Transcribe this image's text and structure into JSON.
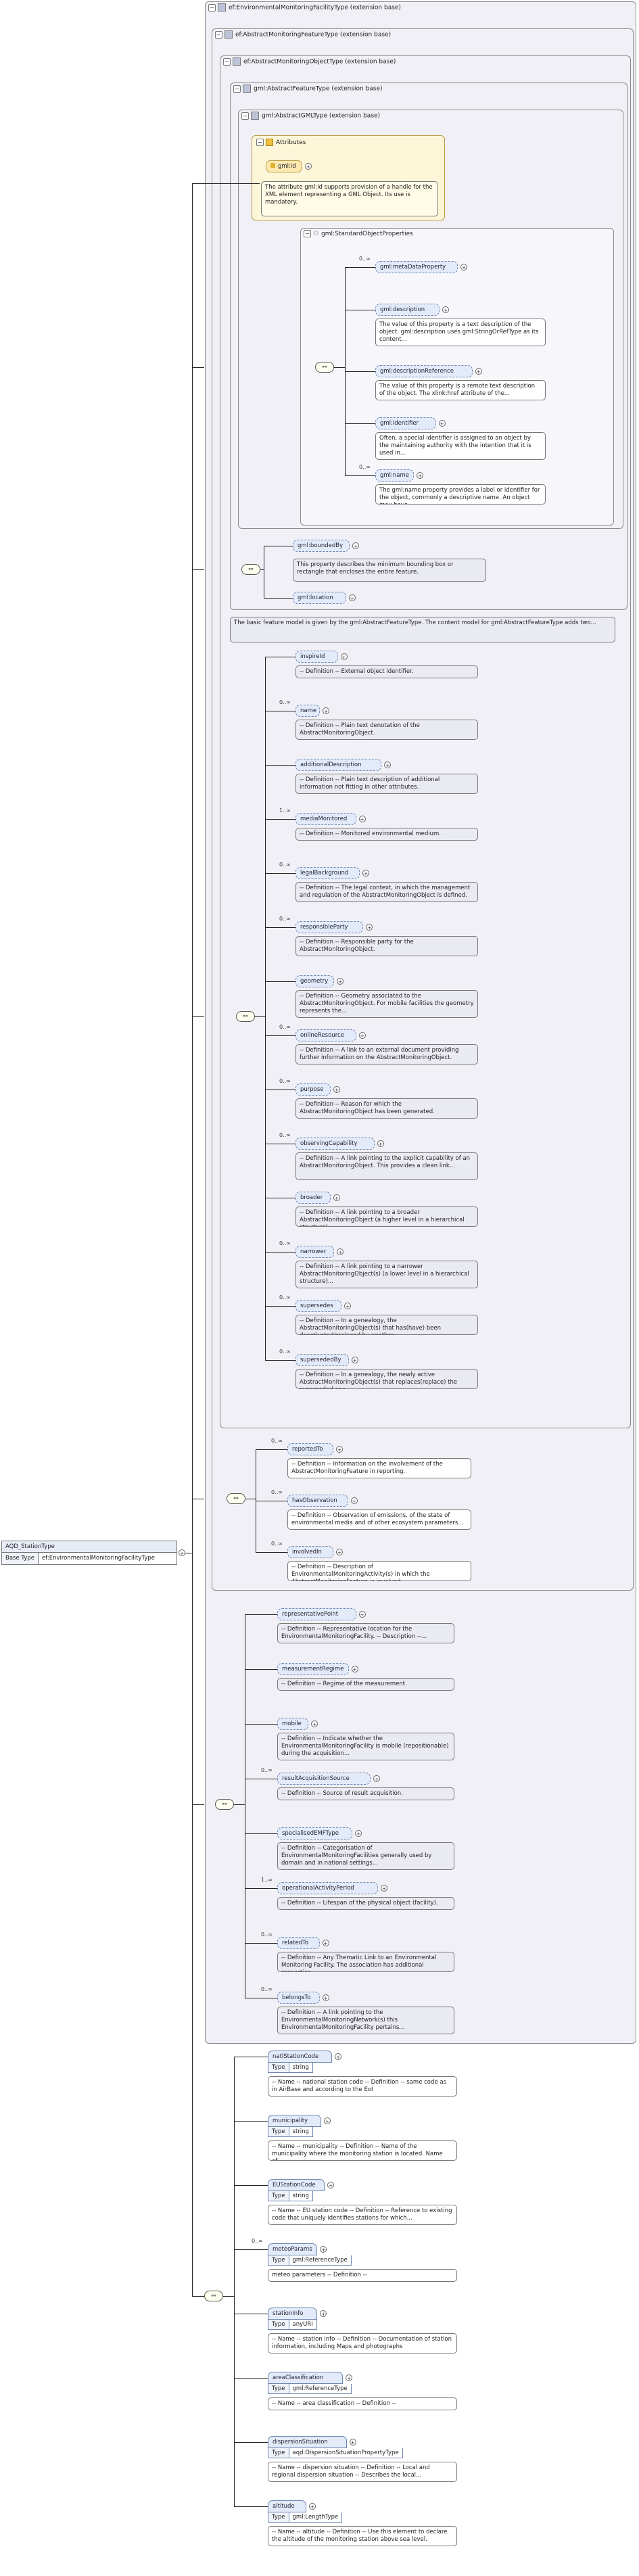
{
  "root": {
    "name": "AQD_StationType",
    "base_type_label": "Base Type",
    "base_type": "ef:EnvironmentalMonitoringFacilityType"
  },
  "extensions": {
    "emf": "ef:EnvironmentalMonitoringFacilityType (extension base)",
    "amf": "ef:AbstractMonitoringFeatureType (extension base)",
    "amo": "ef:AbstractMonitoringObjectType (extension base)",
    "gaf": "gml:AbstractFeatureType (extension base)",
    "gag": "gml:AbstractGMLType (extension base)",
    "sop": "gml:StandardObjectProperties"
  },
  "attributes": {
    "title": "Attributes",
    "gml_id": "gml:id",
    "gml_id_doc": "The attribute gml:id supports provision of a handle for the XML element representing a GML Object. Its use is mandatory."
  },
  "sop_items": [
    {
      "name": "gml:metaDataProperty",
      "card": "0..∞",
      "doc": ""
    },
    {
      "name": "gml:description",
      "card": "",
      "doc": "The value of this property is a text description of the object. gml:description uses gml:StringOrRefType as its content..."
    },
    {
      "name": "gml:descriptionReference",
      "card": "",
      "doc": "The value of this property is a remote text description of the object. The xlink:href attribute of the..."
    },
    {
      "name": "gml:identifier",
      "card": "",
      "doc": "Often, a special identifier is assigned to an object by the maintaining authority with the intention that it is used in..."
    },
    {
      "name": "gml:name",
      "card": "0..∞",
      "doc": "The gml:name property provides a label or identifier for the object, commonly a descriptive name. An object may have..."
    }
  ],
  "gaf_items": [
    {
      "name": "gml:boundedBy",
      "doc": "This property describes the minimum bounding box or rectangle that encloses the entire feature."
    },
    {
      "name": "gml:location",
      "doc": ""
    }
  ],
  "gaf_doc": "The basic feature model is given by the gml:AbstractFeatureType. The content model for gml:AbstractFeatureType adds two...",
  "amo_items": [
    {
      "name": "inspireId",
      "card": "",
      "doc": "-- Definition -- External object identifier."
    },
    {
      "name": "name",
      "card": "0..∞",
      "doc": "-- Definition -- Plain text denotation of the AbstractMonitoringObject."
    },
    {
      "name": "additionalDescription",
      "card": "",
      "doc": "-- Definition -- Plain text description of additional information not fitting in other attributes."
    },
    {
      "name": "mediaMonitored",
      "card": "1..∞",
      "doc": "-- Definition -- Monitored environmental medium."
    },
    {
      "name": "legalBackground",
      "card": "0..∞",
      "doc": "-- Definition -- The legal context, in which the management and regulation of the AbstractMonitoringObject is defined."
    },
    {
      "name": "responsibleParty",
      "card": "0..∞",
      "doc": "-- Definition -- Responsible party for the AbstractMonitoringObject."
    },
    {
      "name": "geometry",
      "card": "",
      "doc": "-- Definition -- Geometry associated to the AbstractMonitoringObject. For mobile facilities the geometry represents the..."
    },
    {
      "name": "onlineResource",
      "card": "0..∞",
      "doc": "-- Definition -- A link to an external document providing further information on the AbstractMonitoringObject."
    },
    {
      "name": "purpose",
      "card": "0..∞",
      "doc": "-- Definition -- Reason for which the AbstractMonitoringObject has been generated."
    },
    {
      "name": "observingCapability",
      "card": "0..∞",
      "doc": "-- Definition -- A link pointing to the explicit capability of an AbstractMonitoringObject. This provides a clean link..."
    },
    {
      "name": "broader",
      "card": "",
      "doc": "-- Definition -- A link pointing to a broader AbstractMonitoringObject (a higher level in a hierarchical structure)..."
    },
    {
      "name": "narrower",
      "card": "0..∞",
      "doc": "-- Definition -- A link pointing to a narrower AbstractMonitoringObject(s) (a lower level in a hierarchical structure)..."
    },
    {
      "name": "supersedes",
      "card": "0..∞",
      "doc": "-- Definition -- In a genealogy, the AbstractMonitoringObject(s) that has(have) been deactivated/replaced by another..."
    },
    {
      "name": "supersededBy",
      "card": "0..∞",
      "doc": "-- Definition -- In a genealogy, the newly active AbstractMonitoringObject(s) that replaces(replace) the superseded one."
    }
  ],
  "amf_items": [
    {
      "name": "reportedTo",
      "card": "0..∞",
      "doc": "-- Definition -- Information on the involvement of the AbstractMonitoringFeature in reporting."
    },
    {
      "name": "hasObservation",
      "card": "0..∞",
      "doc": "-- Definition -- Observation of emissions, of the state of environmental media and of other ecosystem parameters..."
    },
    {
      "name": "involvedIn",
      "card": "0..∞",
      "doc": "-- Definition -- Description of EnvironmentalMonitoringActivity(s) in which the AbstractMonitoringFeature is involved."
    }
  ],
  "emf_items": [
    {
      "name": "representativePoint",
      "card": "",
      "doc": "-- Definition -- Representative location for the EnvironmentalMonitoringFacility. -- Description --..."
    },
    {
      "name": "measurementRegime",
      "card": "",
      "doc": "-- Definition -- Regime of the measurement."
    },
    {
      "name": "mobile",
      "card": "",
      "doc": "-- Definition -- Indicate whether the EnvironmentalMonitoringFacility is mobile (repositionable) during the acquisition..."
    },
    {
      "name": "resultAcquisitionSource",
      "card": "0..∞",
      "doc": "-- Definition -- Source of result acquisition."
    },
    {
      "name": "specialisedEMFType",
      "card": "",
      "doc": "-- Definition -- Categorisation of EnvironmentalMonitoringFacilities generally used by domain and in national settings..."
    },
    {
      "name": "operationalActivityPeriod",
      "card": "1..∞",
      "doc": "-- Definition -- Lifespan of the physical object (facility)."
    },
    {
      "name": "relatedTo",
      "card": "0..∞",
      "doc": "-- Definition -- Any Thematic Link to an Environmental Monitoring Facility. The association has additional properties..."
    },
    {
      "name": "belongsTo",
      "card": "0..∞",
      "doc": "-- Definition -- A link pointing to the EnvironmentalMonitoringNetwork(s) this EnvironmentalMonitoringFacility pertains..."
    }
  ],
  "aqd_items": [
    {
      "name": "natlStationCode",
      "card": "",
      "type": "string",
      "doc": "-- Name -- national station code -- Definition -- same code as in AirBase and according to the EoI"
    },
    {
      "name": "municipality",
      "card": "",
      "type": "string",
      "doc": "-- Name -- municipality -- Definition -- Name of the municipality where the monitoring station is located. Name of..."
    },
    {
      "name": "EUStationCode",
      "card": "",
      "type": "string",
      "doc": "-- Name -- EU station code -- Definition -- Reference to existing code that uniquely identifies stations for which..."
    },
    {
      "name": "meteoParams",
      "card": "0..∞",
      "type": "gml:ReferenceType",
      "doc": "meteo parameters -- Definition --"
    },
    {
      "name": "stationInfo",
      "card": "",
      "type": "anyURI",
      "doc": "-- Name -- station info -- Definition -- Documentation of station information, including Maps and photographs"
    },
    {
      "name": "areaClassification",
      "card": "",
      "type": "gml:ReferenceType",
      "doc": "-- Name -- area classification -- Definition --"
    },
    {
      "name": "dispersionSituation",
      "card": "",
      "type": "aqd:DispersionSituationPropertyType",
      "doc": "-- Name -- dispersion situation -- Definition -- Local and regional dispersion situation -- Describes the local..."
    },
    {
      "name": "altitude",
      "card": "",
      "type": "gml:LengthType",
      "doc": "-- Name -- altitude -- Definition -- Use this element to declare the altitude of the monitoring station above sea level."
    }
  ],
  "type_label": "Type",
  "seq_symbol": "⚯"
}
